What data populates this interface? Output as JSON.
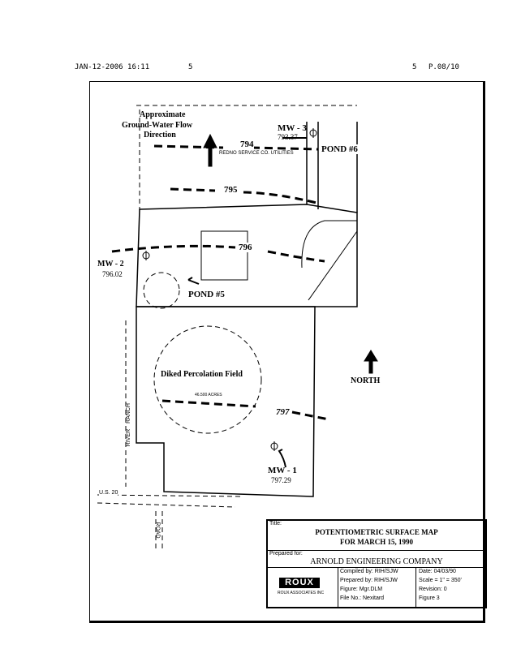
{
  "fax_header": {
    "date_time": "JAN-12-2006  16:11",
    "code_left": "5",
    "code_right": "5",
    "page": "P.08/10"
  },
  "map": {
    "flow_label": [
      "Approximate",
      "Ground-Water Flow",
      "Direction"
    ],
    "utilities_label": "REDNO SERVICE CO. UTILITIES",
    "contours": [
      "794",
      "795",
      "796",
      "797"
    ],
    "wells": [
      {
        "name": "MW - 3",
        "elevation": "793.37"
      },
      {
        "name": "MW - 2",
        "elevation": "796.02"
      },
      {
        "name": "MW - 1",
        "elevation": "797.29"
      }
    ],
    "ponds": [
      "POND #6",
      "POND #5"
    ],
    "field_label": "Diked Percolation Field",
    "field_area": "46.500 ACRES",
    "north_label": "NORTH",
    "roads": [
      "RIVER",
      "RANCH",
      "U.S. 20",
      "ROAD"
    ]
  },
  "title_block": {
    "title_caption": "Title:",
    "title_line1": "POTENTIOMETRIC SURFACE MAP",
    "title_line2": "FOR MARCH 15, 1990",
    "prepared_for_caption": "Prepared for:",
    "client": "ARNOLD ENGINEERING COMPANY",
    "logo": "ROUX",
    "logo_sub": "ROUX ASSOCIATES INC",
    "compiled_by": "Compiled by: RIH/SJW",
    "prepared_by": "Prepared by: RIH/SJW",
    "figure_file": "Figure: Mgr.DLM",
    "file_no": "File No.: Nexitard",
    "date": "Date: 04/03/90",
    "scale": "Scale = 1\" = 350'",
    "revision": "Revision: 0",
    "figure": "Figure 3"
  }
}
